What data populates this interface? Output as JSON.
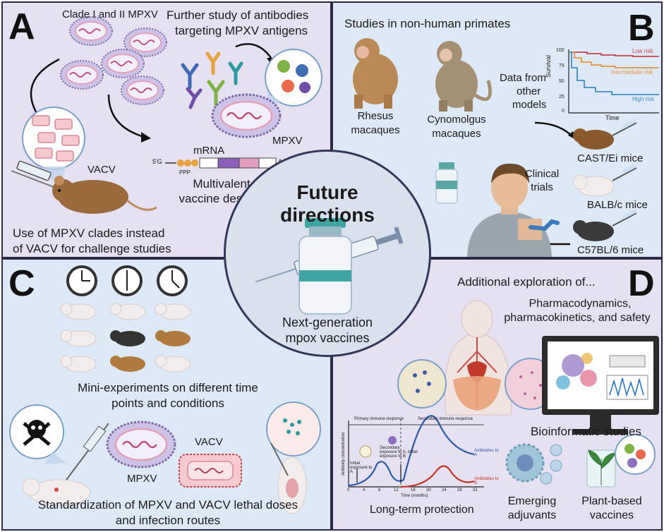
{
  "panel_a": {
    "letter": "A",
    "clade_label": "Clade I and II MPXV",
    "antibody_line1": "Further study of antibodies",
    "antibody_line2": "targeting MPXV antigens",
    "mpxv_label": "MPXV",
    "vacv_label": "VACV",
    "mrna_label": "mRNA",
    "mrna_5prime": "5'G",
    "mrna_ppp": "PPP",
    "mrna_3prime": "AAA-3'",
    "multivalent_line1": "Multivalent",
    "multivalent_line2": "vaccine designs",
    "clades_line1": "Use of MPXV clades instead",
    "clades_line2": "of VACV for challenge studies"
  },
  "panel_b": {
    "letter": "B",
    "title": "Studies in non-human primates",
    "rhesus_line1": "Rhesus",
    "rhesus_line2": "macaques",
    "cyno_line1": "Cynomolgus",
    "cyno_line2": "macaques",
    "data_line1": "Data from",
    "data_line2": "other",
    "data_line3": "models",
    "survival_ylabel": "Survival",
    "survival_xlabel": "Time",
    "tick_100": "100",
    "tick_75": "75",
    "tick_50": "50",
    "tick_25": "25",
    "tick_0": "0",
    "low_risk": "Low risk",
    "intermediate_risk": "Intermediate risk",
    "high_risk": "High risk",
    "cast_mice": "CAST/Ei mice",
    "balb_mice": "BALB/c mice",
    "c57_mice": "C57BL/6 mice",
    "clinical_line1": "Clinical",
    "clinical_line2": "trials"
  },
  "center": {
    "title_line1": "Future",
    "title_line2": "directions",
    "subtitle_line1": "Next-generation",
    "subtitle_line2": "mpox vaccines"
  },
  "panel_c": {
    "letter": "C",
    "mini_line1": "Mini-experiments on different time",
    "mini_line2": "points and conditions",
    "mpxv_label": "MPXV",
    "vacv_label": "VACV",
    "std_line1": "Standardization of MPXV and VACV lethal doses",
    "std_line2": "and infection routes"
  },
  "panel_d": {
    "letter": "D",
    "additional": "Additional exploration of...",
    "pharma_line1": "Pharmacodynamics,",
    "pharma_line2": "pharmacokinetics, and safety",
    "bioinformatic": "Bioinformatic studies",
    "primary_response": "Primary immune response",
    "secondary_response": "Secondary immune response",
    "initial_exposure": "Initial exposure to A",
    "secondary_exposure": "Secondary exposure to A, initial exposure to B",
    "antibodies_a": "Antibodies to A",
    "antibodies_b": "Antibodies to B",
    "y_axis": "Antibody concentration",
    "x_axis": "Time (months)",
    "x_ticks": [
      "0",
      "4",
      "8",
      "12",
      "16",
      "20",
      "24",
      "28",
      "32"
    ],
    "long_term": "Long-term protection",
    "adjuvants_line1": "Emerging",
    "adjuvants_line2": "adjuvants",
    "plant_line1": "Plant-based",
    "plant_line2": "vaccines"
  }
}
